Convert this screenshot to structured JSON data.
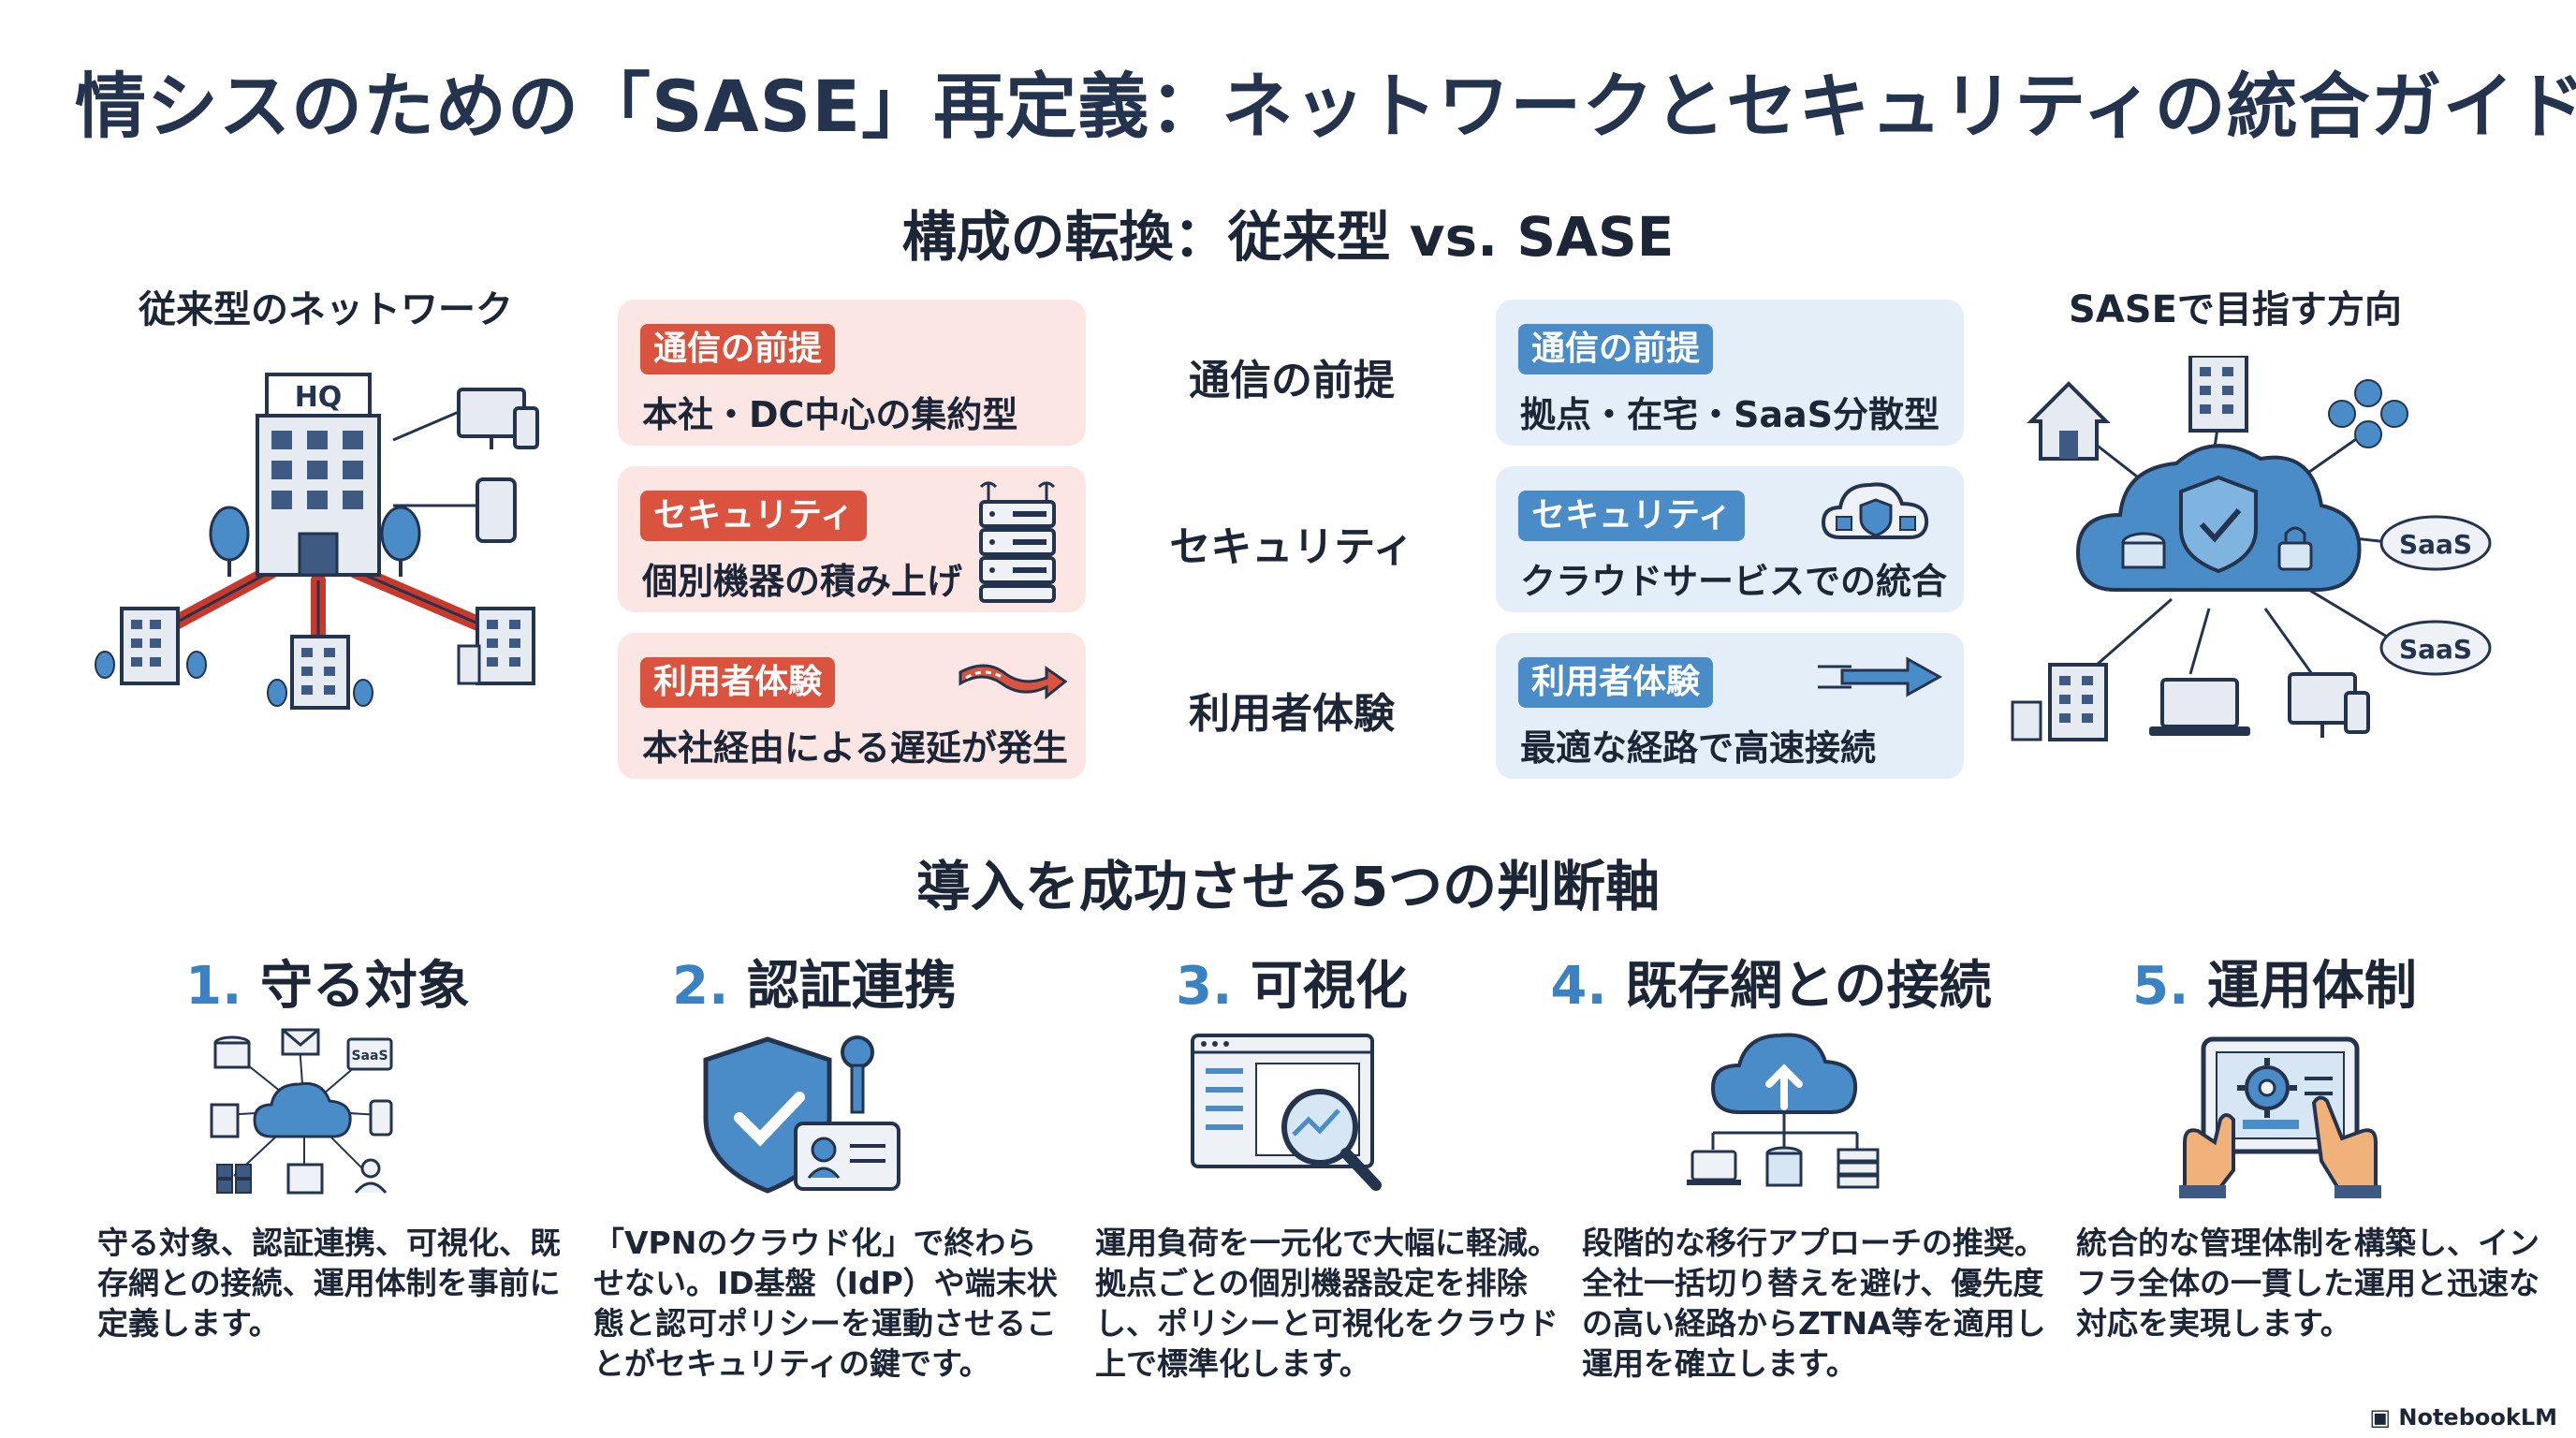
{
  "title": "情シスのための「SASE」再定義：ネットワークとセキュリティの統合ガイド",
  "comparison": {
    "heading": "構成の転換：従来型 vs. SASE",
    "left_label": "従来型のネットワーク",
    "right_label": "SASEで目指す方向",
    "hq_label": "HQ",
    "saas_label": "SaaS",
    "rows": [
      {
        "middle": "通信の前提",
        "left_badge": "通信の前提",
        "left_text": "本社・DC中心の集約型",
        "right_badge": "通信の前提",
        "right_text": "拠点・在宅・SaaS分散型"
      },
      {
        "middle": "セキュリティ",
        "left_badge": "セキュリティ",
        "left_text": "個別機器の積み上げ",
        "right_badge": "セキュリティ",
        "right_text": "クラウドサービスでの統合"
      },
      {
        "middle": "利用者体験",
        "left_badge": "利用者体験",
        "left_text": "本社経由による遅延が発生",
        "right_badge": "利用者体験",
        "right_text": "最適な経路で高速接続"
      }
    ]
  },
  "axes": {
    "heading": "導入を成功させる5つの判断軸",
    "items": [
      {
        "num": "1.",
        "title": "守る対象",
        "desc": "守る対象、認証連携、可視化、既存網との接続、運用体制を事前に定義します。",
        "icon": "cloud-assets-icon"
      },
      {
        "num": "2.",
        "title": "認証連携",
        "desc": "「VPNのクラウド化」で終わらせない。ID基盤（IdP）や端末状態と認可ポリシーを運動させることがセキュリティの鍵です。",
        "icon": "shield-id-icon"
      },
      {
        "num": "3.",
        "title": "可視化",
        "desc": "運用負荷を一元化で大幅に軽減。拠点ごとの個別機器設定を排除し、ポリシーと可視化をクラウド上で標準化します。",
        "icon": "dashboard-magnifier-icon"
      },
      {
        "num": "4.",
        "title": "既存網との接続",
        "desc": "段階的な移行アプローチの推奨。全社一括切り替えを避け、優先度の高い経路からZTNA等を適用し運用を確立します。",
        "icon": "cloud-upload-network-icon"
      },
      {
        "num": "5.",
        "title": "運用体制",
        "desc": "統合的な管理体制を構築し、インフラ全体の一貫した運用と迅速な対応を実現します。",
        "icon": "tablet-gear-icon"
      }
    ]
  },
  "footer": "NotebookLM",
  "colors": {
    "red": "#d9533f",
    "blue": "#4a8cc8",
    "navy": "#24344e"
  }
}
